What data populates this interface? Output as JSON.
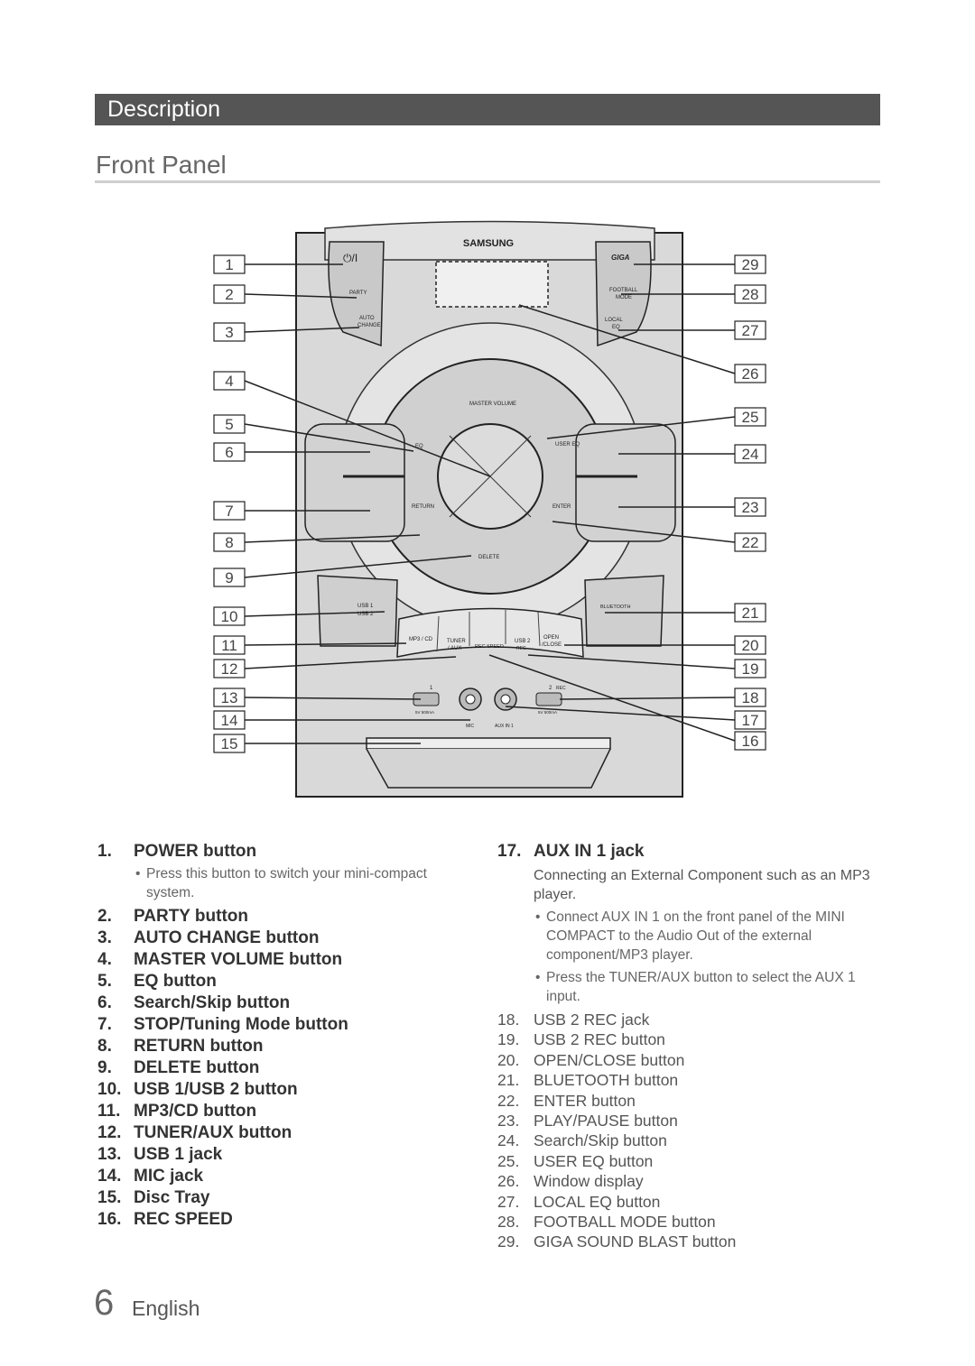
{
  "header": {
    "band_label": "Description",
    "section_title": "Front Panel"
  },
  "device": {
    "brand": "SAMSUNG",
    "power_symbol": "⏻/I",
    "labels": {
      "party": "PARTY",
      "auto_change_1": "AUTO",
      "auto_change_2": "CHANGE",
      "giga": "GIGA",
      "football_1": "FOOTBALL",
      "football_2": "MODE",
      "local_1": "LOCAL",
      "local_2": "EQ",
      "master_volume": "MASTER VOLUME",
      "eq": "EQ",
      "user_eq": "USER EQ",
      "return": "RETURN",
      "enter": "ENTER",
      "delete": "DELETE",
      "usb1": "USB 1",
      "usb2": "USB 2",
      "bluetooth": "BLUETOOTH",
      "mp3_cd": "MP3 / CD",
      "tuner_1": "TUNER",
      "tuner_2": "/ AUX",
      "rec_speed": "REC SPEED",
      "usb2_btn": "USB 2",
      "rec_btn": "REC",
      "open_1": "OPEN",
      "open_2": "/CLOSE",
      "usb_port_1": "1",
      "usb_port_2": "2",
      "usb_port_rec": "REC",
      "usb_spec": "5V 500mA",
      "mic": "MIC",
      "aux_in": "AUX IN 1"
    },
    "left_callouts": [
      "1",
      "2",
      "3",
      "4",
      "5",
      "6",
      "7",
      "8",
      "9",
      "10",
      "11",
      "12",
      "13",
      "14",
      "15"
    ],
    "right_callouts": [
      "29",
      "28",
      "27",
      "26",
      "25",
      "24",
      "23",
      "22",
      "21",
      "20",
      "19",
      "18",
      "17",
      "16"
    ]
  },
  "left_list": [
    {
      "num": "1.",
      "label": "POWER button",
      "bullets": [
        "Press this button to switch your mini-compact system."
      ]
    },
    {
      "num": "2.",
      "label": "PARTY button"
    },
    {
      "num": "3.",
      "label": "AUTO CHANGE button"
    },
    {
      "num": "4.",
      "label": "MASTER VOLUME button"
    },
    {
      "num": "5.",
      "label": "EQ button"
    },
    {
      "num": "6.",
      "label": "Search/Skip button"
    },
    {
      "num": "7.",
      "label": "STOP/Tuning Mode button"
    },
    {
      "num": "8.",
      "label": "RETURN button"
    },
    {
      "num": "9.",
      "label": "DELETE button"
    },
    {
      "num": "10.",
      "label": "USB 1/USB 2 button"
    },
    {
      "num": "11.",
      "label": "MP3/CD button"
    },
    {
      "num": "12.",
      "label": "TUNER/AUX button"
    },
    {
      "num": "13.",
      "label": "USB 1 jack"
    },
    {
      "num": "14.",
      "label": "MIC jack"
    },
    {
      "num": "15.",
      "label": "Disc Tray"
    },
    {
      "num": "16.",
      "label": "REC SPEED"
    }
  ],
  "right_list": {
    "first": {
      "num": "17.",
      "label": "AUX IN 1 jack",
      "paragraph": "Connecting an External Component such as an MP3 player.",
      "bullets": [
        "Connect AUX IN 1 on the front panel of the MINI COMPACT to the Audio Out of the external component/MP3 player.",
        "Press the TUNER/AUX button to select the AUX 1 input."
      ]
    },
    "items": [
      {
        "num": "18.",
        "label": "USB 2 REC jack"
      },
      {
        "num": "19.",
        "label": "USB 2 REC button"
      },
      {
        "num": "20.",
        "label": "OPEN/CLOSE button"
      },
      {
        "num": "21.",
        "label": "BLUETOOTH button"
      },
      {
        "num": "22.",
        "label": "ENTER button"
      },
      {
        "num": "23.",
        "label": "PLAY/PAUSE button"
      },
      {
        "num": "24.",
        "label": "Search/Skip button"
      },
      {
        "num": "25.",
        "label": "USER EQ button"
      },
      {
        "num": "26.",
        "label": "Window display"
      },
      {
        "num": "27.",
        "label": "LOCAL EQ button"
      },
      {
        "num": "28.",
        "label": "FOOTBALL MODE button"
      },
      {
        "num": "29.",
        "label": "GIGA SOUND BLAST button"
      }
    ]
  },
  "footer": {
    "page_number": "6",
    "language": "English"
  }
}
